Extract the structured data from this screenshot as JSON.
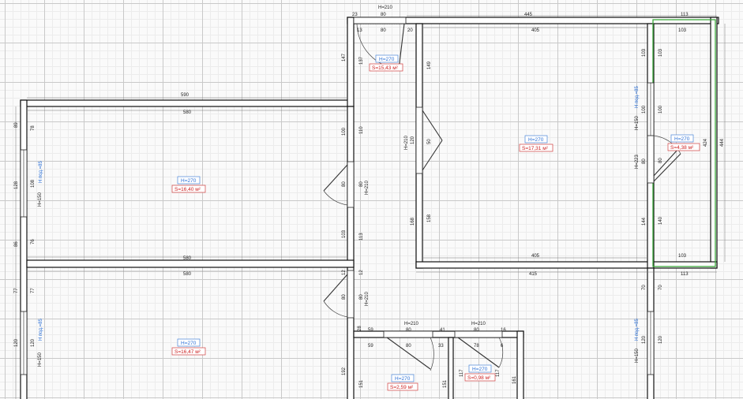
{
  "canvas": {
    "grid_color": "#c9c9c9",
    "wall_color": "#111111",
    "selection_color": "#3aa83a",
    "height_label_color": "#2a6fd6",
    "area_label_color": "#cc1f1f"
  },
  "rooms": [
    {
      "id": "room-left-top",
      "height": "H=270",
      "area": "S=16,40 м²"
    },
    {
      "id": "room-left-bottom",
      "height": "H=270",
      "area": "S=16,47 м²"
    },
    {
      "id": "room-top-center",
      "height": "H=270",
      "area": "S=15,43 м²"
    },
    {
      "id": "room-right-big",
      "height": "H=270",
      "area": "S=17,31 м²"
    },
    {
      "id": "room-balcony",
      "height": "H=270",
      "area": "S=4,38 м²"
    },
    {
      "id": "room-bath",
      "height": "H=270",
      "area": "S=2,59 м²"
    },
    {
      "id": "room-wc",
      "height": "H=270",
      "area": "S=0,98 м²"
    }
  ],
  "dimensions": {
    "top_left_23": "23",
    "top_80a": "80",
    "top_210a": "H=210",
    "top_445": "445",
    "top_113a": "113",
    "inner_13": "13",
    "inner_80b": "80",
    "inner_20": "20",
    "inner_405a": "405",
    "inner_103a": "103",
    "v_147": "147",
    "v_137": "137",
    "v_149": "149",
    "v_103r": "103",
    "v_103s": "103",
    "w_590": "590",
    "w_580a": "580",
    "w_580b": "580",
    "w_580c": "580",
    "v_89": "89",
    "v_78": "78",
    "v_128": "128",
    "v_108": "108",
    "v_86": "86",
    "v_76": "76",
    "v_100a": "100",
    "v_110": "110",
    "v_80a": "80",
    "v_80b": "80",
    "v_103b": "103",
    "v_113": "113",
    "d_h210a": "H=210",
    "d_h210b": "H=210",
    "d_h210c": "H=210",
    "v_120a": "120",
    "v_50": "50",
    "v_168": "168",
    "v_158": "158",
    "v_100b": "100",
    "v_100c": "100",
    "v_80c": "80",
    "v_424": "424",
    "v_444": "444",
    "v_144": "144",
    "v_140": "140",
    "w_h150a": "H=150",
    "w_hpodA": "H под.=85",
    "w_h150b": "H=150",
    "w_hpodB": "H под.=85",
    "w_h223": "H=223",
    "w_405b": "405",
    "w_103b": "103",
    "w_415": "415",
    "w_113b": "113",
    "v_12a": "12",
    "v_12b": "12",
    "v_77a": "77",
    "v_77b": "77",
    "v_80d": "80",
    "v_80e": "80",
    "w_h210d": "H=210",
    "w_h210e": "H=210",
    "b_28": "28",
    "b_59a": "59",
    "b_80a": "80",
    "b_41": "41",
    "b_80b": "80",
    "b_16": "16",
    "b_59b": "59",
    "b_80c": "80",
    "b_33": "33",
    "b_78": "78",
    "b_6": "6",
    "v_130a": "120",
    "v_130b": "120",
    "w_h150c": "H=150",
    "w_hpodC": "H под.=85",
    "v_192": "192",
    "v_151": "151",
    "v_117a": "117",
    "v_117b": "117",
    "v_151b": "151",
    "v_161": "161",
    "v_70": "70",
    "v_70b": "70",
    "w_h150d": "H=150",
    "w_hpodD": "H под.=85",
    "v_120r": "120",
    "v_120s": "120"
  }
}
